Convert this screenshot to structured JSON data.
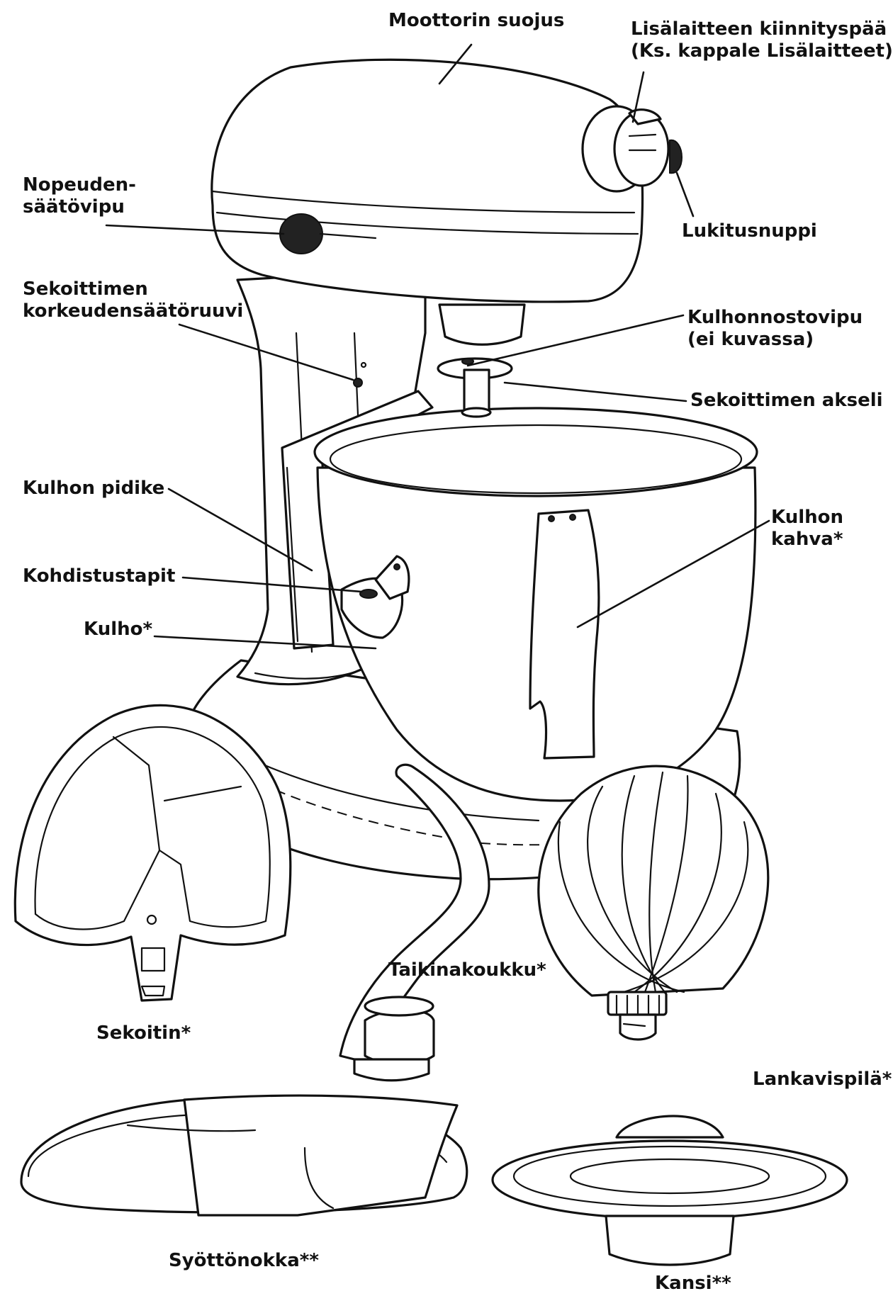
{
  "labels": {
    "motor_cover": "Moottorin suojus",
    "attachment_hub_line1": "Lisälaitteen kiinnityspää",
    "attachment_hub_line2": "(Ks. kappale Lisälaitteet)",
    "speed_lever_line1": "Nopeuden-",
    "speed_lever_line2": "säätövipu",
    "locking_knob": "Lukitusnuppi",
    "height_screw_line1": "Sekoittimen",
    "height_screw_line2": "korkeudensäätöruuvi",
    "bowl_lift_line1": "Kulhonnostovipu",
    "bowl_lift_line2": "(ei kuvassa)",
    "beater_shaft": "Sekoittimen akseli",
    "bowl_support": "Kulhon pidike",
    "locating_pins": "Kohdistustapit",
    "bowl": "Kulho*",
    "bowl_handle_line1": "Kulhon",
    "bowl_handle_line2": "kahva*",
    "flat_beater": "Sekoitin*",
    "dough_hook": "Taikinakoukku*",
    "wire_whip": "Lankavispilä*",
    "pouring_shield": "Syöttönokka**",
    "lid": "Kansi**"
  }
}
